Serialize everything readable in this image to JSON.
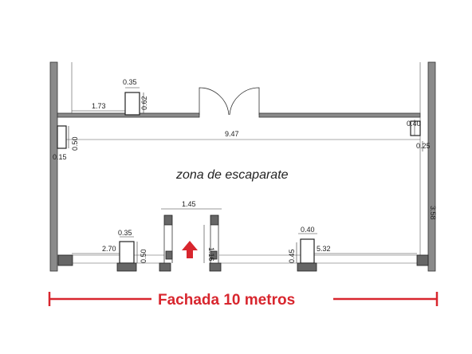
{
  "room_label": "zona de escaparate",
  "frontage_label": "Fachada 10 metros",
  "accent_color": "#d8262e",
  "wall_color": "#7a7a7a",
  "dimensions": {
    "top_left_wall": "1.73",
    "column_top_width": "0.35",
    "column_top_depth": "0.62",
    "main_width": "9.47",
    "left_pillar_height": "0.50",
    "left_pillar_width": "0.15",
    "right_small_top": "0.40",
    "right_small_bottom": "0.25",
    "right_side_height": "3.58",
    "entrance_width": "1.45",
    "entrance_depth": "1.16",
    "bottom_left_col_width": "0.35",
    "bottom_left_span": "2.70",
    "bottom_left_col_depth": "0.50",
    "bottom_right_col_width": "0.40",
    "bottom_right_col_depth": "0.45",
    "bottom_right_span": "5.32"
  }
}
